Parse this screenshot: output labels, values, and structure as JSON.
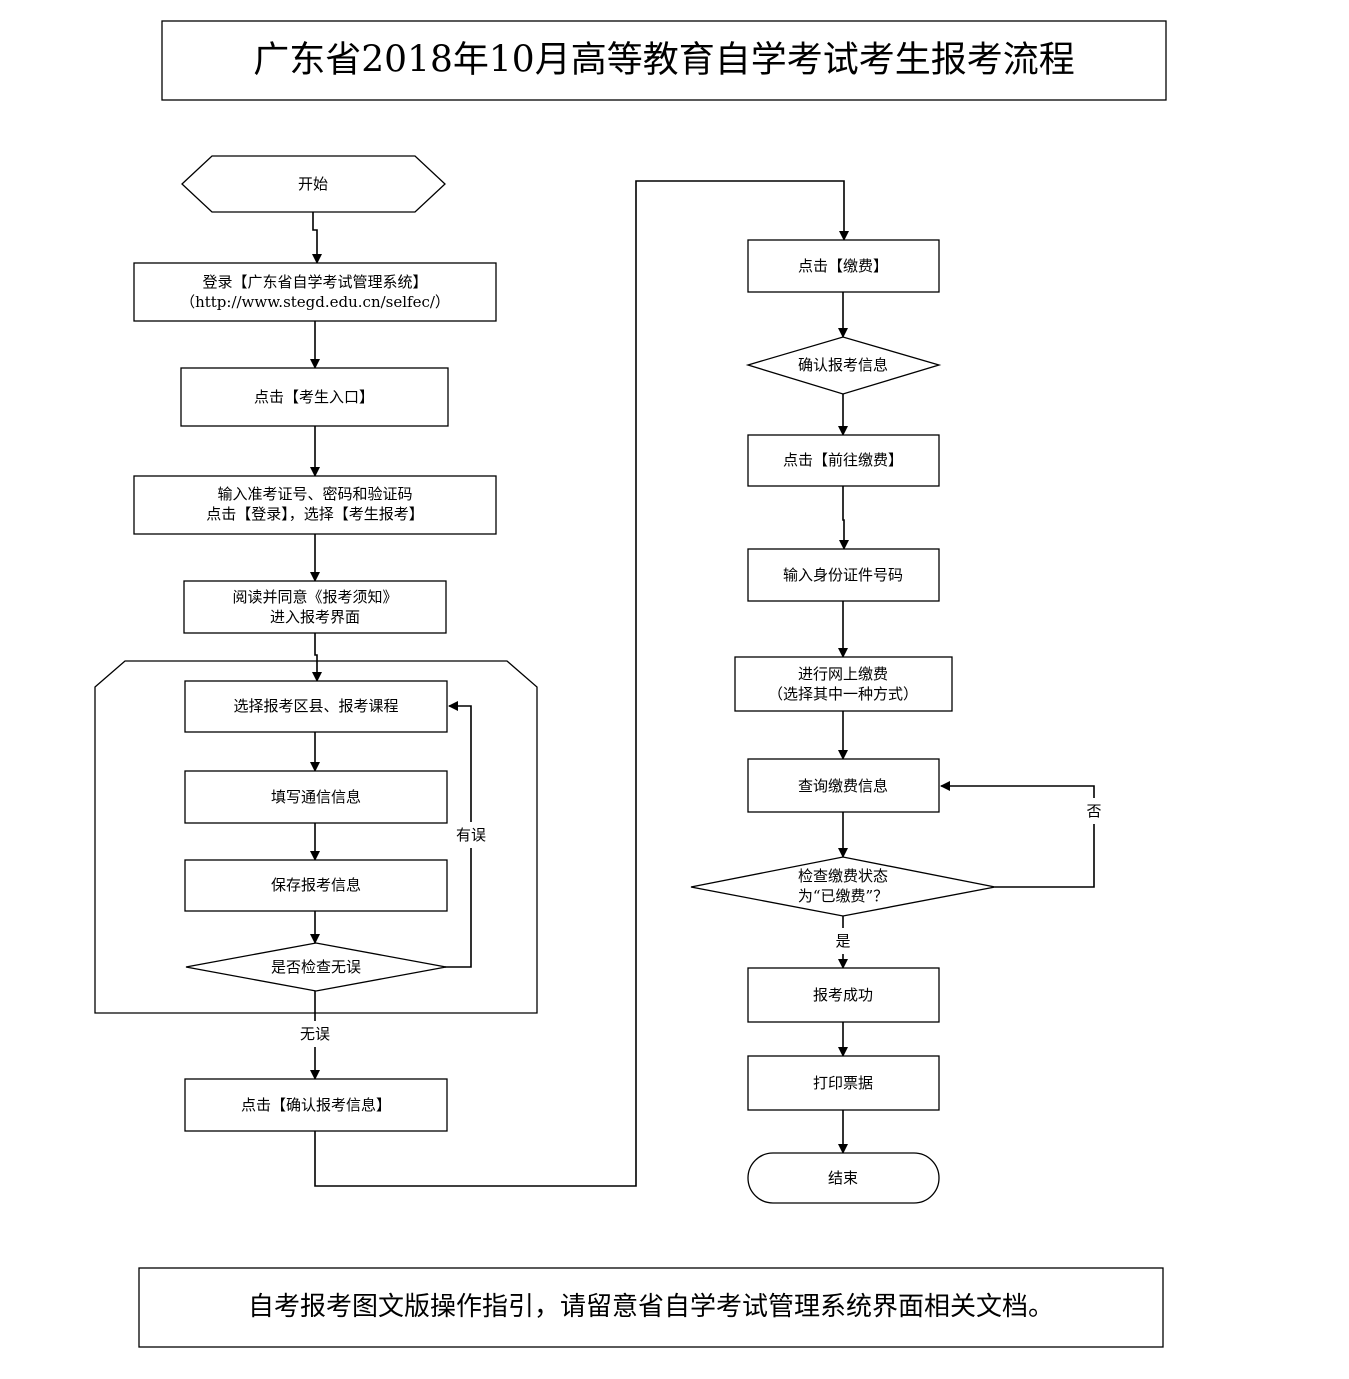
{
  "title": "广东省2018年10月高等教育自学考试考生报考流程",
  "footer": "自考报考图文版操作指引，请留意省自学考试管理系统界面相关文档。",
  "nodes": {
    "start": "开始",
    "login": [
      "登录【广东省自学考试管理系统】",
      "（http://www.stegd.edu.cn/selfec/）"
    ],
    "entry": "点击【考生入口】",
    "input_login": [
      "输入准考证号、密码和验证码",
      "点击【登录】，选择【考生报考】"
    ],
    "read_notice": [
      "阅读并同意《报考须知》",
      "进入报考界面"
    ],
    "select_course": "选择报考区县、报考课程",
    "fill_contact": "填写通信信息",
    "save_info": "保存报考信息",
    "check_correct": "是否检查无误",
    "confirm_info": "点击【确认报考信息】",
    "click_pay": "点击【缴费】",
    "confirm_apply_info": "确认报考信息",
    "goto_pay": "点击【前往缴费】",
    "input_id": "输入身份证件号码",
    "online_pay": [
      "进行网上缴费",
      "（选择其中一种方式）"
    ],
    "query_pay": "查询缴费信息",
    "check_status": [
      "检查缴费状态",
      "为“已缴费”？"
    ],
    "success": "报考成功",
    "print_receipt": "打印票据",
    "end": "结束"
  },
  "edge_labels": {
    "has_error": "有误",
    "no_error": "无误",
    "no": "否",
    "yes": "是"
  }
}
